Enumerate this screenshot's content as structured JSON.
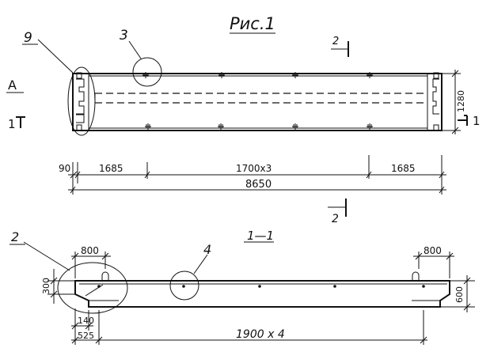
{
  "figure": {
    "title": "Рис.1"
  },
  "plan": {
    "left_marks": {
      "letter": "A",
      "number": "1"
    },
    "right_mark": "1",
    "top_section_mark": "2",
    "bottom_section_mark": "2",
    "callouts": {
      "left": "9",
      "top": "3"
    },
    "dimensions": {
      "offset": "90",
      "left_end": "1685",
      "middle": "1700x3",
      "right_end": "1685",
      "total": "8650",
      "width": "1280"
    }
  },
  "section": {
    "label": "1—1",
    "callouts": {
      "left": "2",
      "middle": "4"
    },
    "dimensions": {
      "left_top": "800",
      "right_top": "800",
      "left_height": "300",
      "height": "600",
      "bottom_small": "140",
      "bottom_end": "525",
      "bottom_span": "1900 x 4"
    }
  }
}
